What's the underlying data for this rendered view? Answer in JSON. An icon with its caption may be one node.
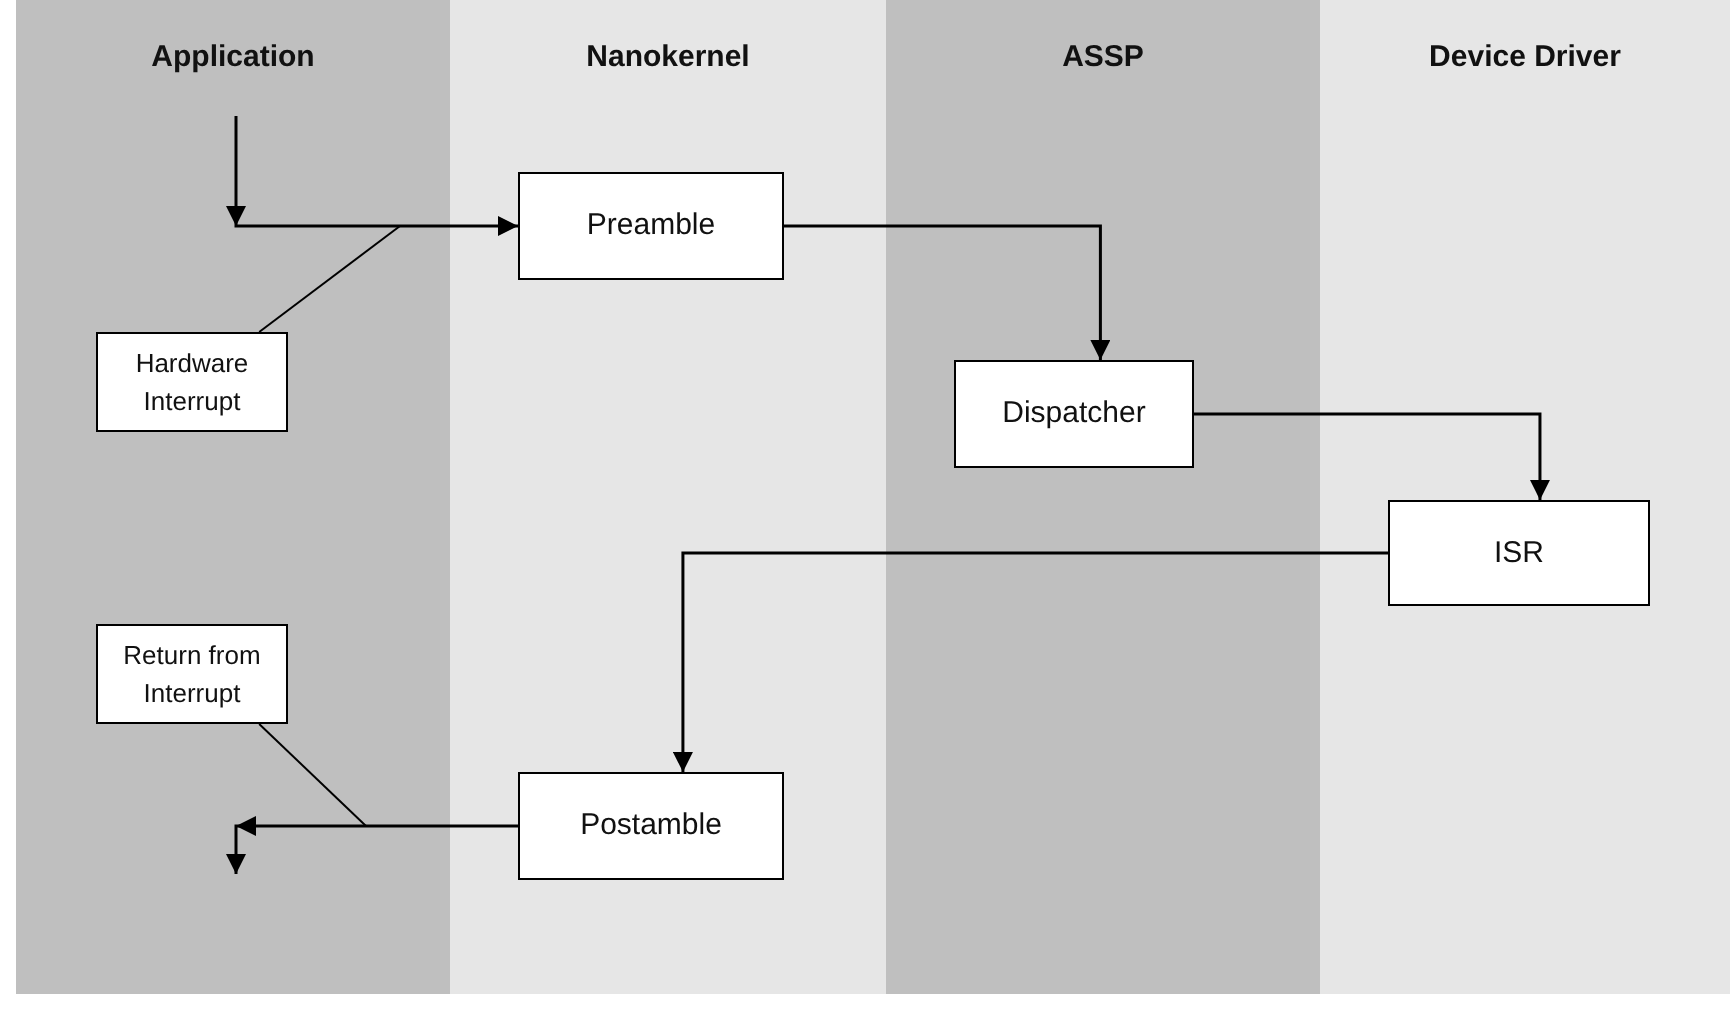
{
  "diagram": {
    "nodes": [
      {
        "text": [
          "Application"
        ]
      },
      {
        "text": [
          "Nanokernel"
        ]
      },
      {
        "text": [
          "ASSP"
        ]
      },
      {
        "text": [
          "Device Driver"
        ]
      },
      {
        "text": [
          "Preamble"
        ],
        "in": 1
      },
      {
        "text": [
          "Hardware Interrupt"
        ],
        "in": 0
      },
      {
        "text": [
          "Dispatcher"
        ],
        "in": 2
      },
      {
        "text": [
          "ISR"
        ],
        "in": 3
      },
      {
        "text": [
          "Return from Interrupt"
        ],
        "in": 0
      },
      {
        "text": [
          "Postamble"
        ],
        "in": 1
      }
    ],
    "edges": [
      {
        "from": null,
        "to": 4,
        "arrow": "to"
      },
      {
        "from": 4,
        "to": 6,
        "arrow": "to"
      },
      {
        "from": 6,
        "to": 7,
        "arrow": "to"
      },
      {
        "from": 7,
        "to": 9,
        "arrow": "to"
      },
      {
        "from": 9,
        "to": null,
        "arrow": "to"
      },
      {
        "from": 5,
        "to": null,
        "arrow": "none"
      },
      {
        "from": 8,
        "to": null,
        "arrow": "none"
      }
    ]
  }
}
